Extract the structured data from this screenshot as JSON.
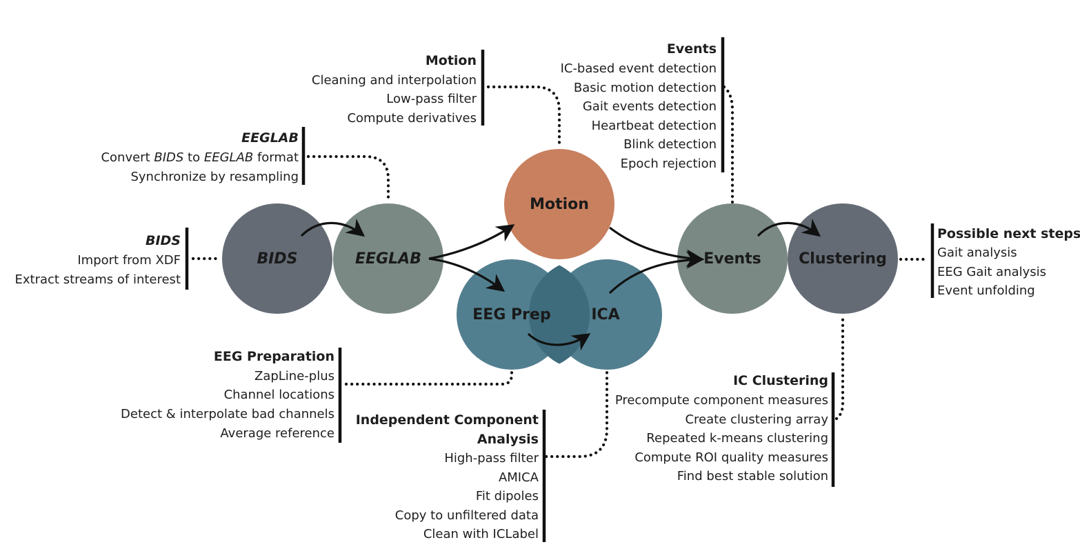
{
  "colors": {
    "bids": "#646b75",
    "eeglab": "#7a8984",
    "motion": "#c8805f",
    "eegprep": "#527f8f",
    "ica": "#527f8f",
    "events": "#7a8984",
    "clustering": "#646b75",
    "overlap": "#3f6c7c"
  },
  "nodes": {
    "bids": "BIDS",
    "eeglab": "EEGLAB",
    "motion": "Motion",
    "eegprep": "EEG Prep",
    "ica": "ICA",
    "events": "Events",
    "clustering": "Clustering"
  },
  "panels": {
    "bids": {
      "title": "BIDS",
      "items": [
        "Import from XDF",
        "Extract streams of interest"
      ]
    },
    "eeglab": {
      "title": "EEGLAB",
      "items": [
        [
          "Convert ",
          "BIDS",
          " to ",
          "EEGLAB",
          " format"
        ],
        "Synchronize by resampling"
      ]
    },
    "motion": {
      "title": "Motion",
      "items": [
        "Cleaning and interpolation",
        "Low-pass filter",
        "Compute derivatives"
      ]
    },
    "events": {
      "title": "Events",
      "items": [
        "IC-based event detection",
        "Basic motion detection",
        "Gait events detection",
        "Heartbeat detection",
        "Blink detection",
        "Epoch rejection"
      ]
    },
    "next": {
      "title": "Possible next steps",
      "items": [
        "Gait analysis",
        "EEG Gait analysis",
        "Event unfolding"
      ]
    },
    "eegprep": {
      "title": "EEG Preparation",
      "items": [
        "ZapLine-plus",
        "Channel locations",
        "Detect & interpolate bad channels",
        "Average reference"
      ]
    },
    "ica": {
      "title": [
        "Independent Component",
        "Analysis"
      ],
      "items": [
        "High-pass filter",
        "AMICA",
        "Fit dipoles",
        "Copy to unfiltered data",
        "Clean with ICLabel"
      ]
    },
    "clustering": {
      "title": "IC Clustering",
      "items": [
        "Precompute component measures",
        "Create clustering array",
        "Repeated k-means clustering",
        "Compute ROI quality measures",
        "Find best stable solution"
      ]
    }
  }
}
